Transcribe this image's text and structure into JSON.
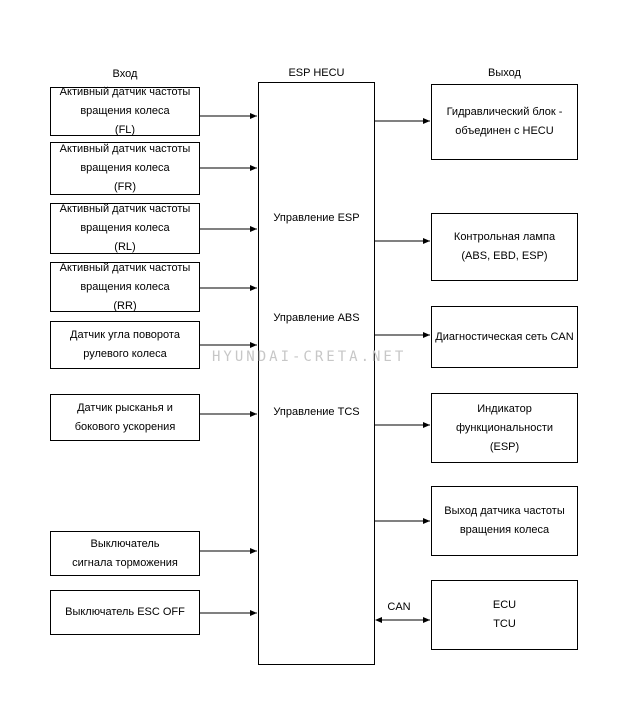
{
  "headers": {
    "input": "Вход",
    "ecu": "ESP HECU",
    "output": "Выход"
  },
  "inputs": [
    "Активный датчик частоты\nвращения колеса\n(FL)",
    "Активный датчик частоты\nвращения колеса\n(FR)",
    "Активный датчик частоты\nвращения колеса\n(RL)",
    "Активный датчик частоты\nвращения колеса\n(RR)",
    "Датчик угла поворота\nрулевого колеса",
    "Датчик рысканья и\nбокового ускорения",
    "Выключатель\nсигнала торможения",
    "Выключатель ESC OFF"
  ],
  "hecu_functions": [
    "Управление ESP",
    "Управление ABS",
    "Управление TCS"
  ],
  "outputs": [
    "Гидравлический блок -\nобъединен с HECU",
    "Контрольная лампа\n(ABS, EBD, ESP)",
    "Диагностическая сеть CAN",
    "Индикатор\nфункциональности\n(ESP)",
    "Выход датчика частоты\nвращения колеса",
    "ECU\nTCU"
  ],
  "can_label": "CAN",
  "watermark": "HYUNDAI-CRETA.NET"
}
